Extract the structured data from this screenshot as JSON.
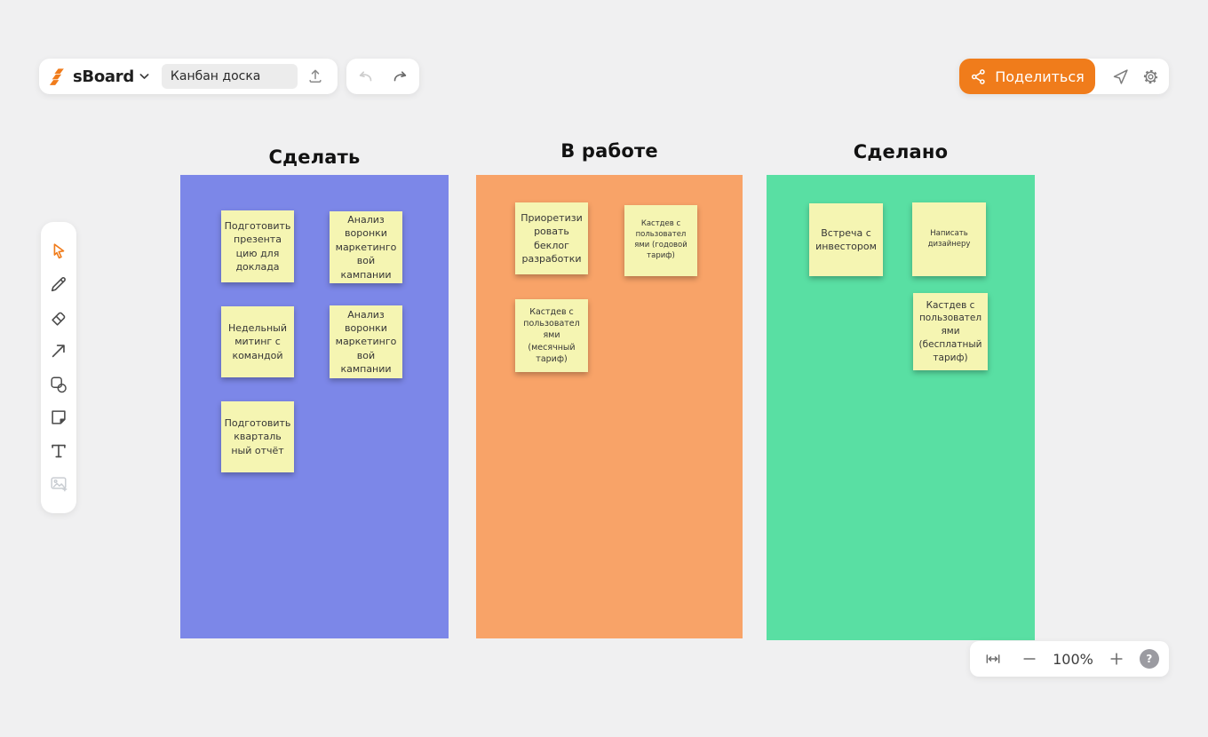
{
  "app": {
    "logo_text": "sBoard",
    "board_title": "Канбан доска",
    "share_label": "Поделиться",
    "zoom_level": "100%",
    "help_label": "?"
  },
  "colors": {
    "accent_orange": "#F07C1B",
    "column_todo": "#7C87E8",
    "column_in_progress": "#F8A368",
    "column_done": "#59DFA3",
    "note_yellow": "#F5F5B2"
  },
  "toolbar": {
    "tools": [
      {
        "name": "select",
        "icon": "cursor-icon",
        "active": true
      },
      {
        "name": "pencil",
        "icon": "pencil-icon"
      },
      {
        "name": "eraser",
        "icon": "eraser-icon"
      },
      {
        "name": "arrow",
        "icon": "arrow-icon"
      },
      {
        "name": "shapes",
        "icon": "shapes-icon"
      },
      {
        "name": "sticky-note",
        "icon": "sticky-note-icon"
      },
      {
        "name": "text",
        "icon": "text-icon"
      },
      {
        "name": "image",
        "icon": "image-icon",
        "disabled": true
      }
    ]
  },
  "board": {
    "columns": [
      {
        "title": "Сделать",
        "color": "#7C87E8",
        "notes": [
          {
            "text": "Подготовить\nпрезента\nцию для\nдоклада"
          },
          {
            "text": "Анализ\nворонки\nмаркетинго\nвой\nкампании"
          },
          {
            "text": "Недельный\nмитинг с\nкомандой"
          },
          {
            "text": "Анализ\nворонки\nмаркетинго\nвой\nкампании"
          },
          {
            "text": "Подготовить\nкварталь\nный отчёт"
          }
        ]
      },
      {
        "title": "В работе",
        "color": "#F8A368",
        "notes": [
          {
            "text": "Приоретизи\nровать\nбеклог\nразработки"
          },
          {
            "text": "Кастдев с\nпользовател\nями (годовой\nтариф)"
          },
          {
            "text": "Кастдев с\nпользовател\nями (месячный\nтариф)"
          }
        ]
      },
      {
        "title": "Сделано",
        "color": "#59DFA3",
        "notes": [
          {
            "text": "Встреча с\nинвестором"
          },
          {
            "text": "Написать\nдизайнеру"
          },
          {
            "text": "Кастдев с\nпользовател\nями\n(бесплатный\nтариф)"
          }
        ]
      }
    ]
  }
}
